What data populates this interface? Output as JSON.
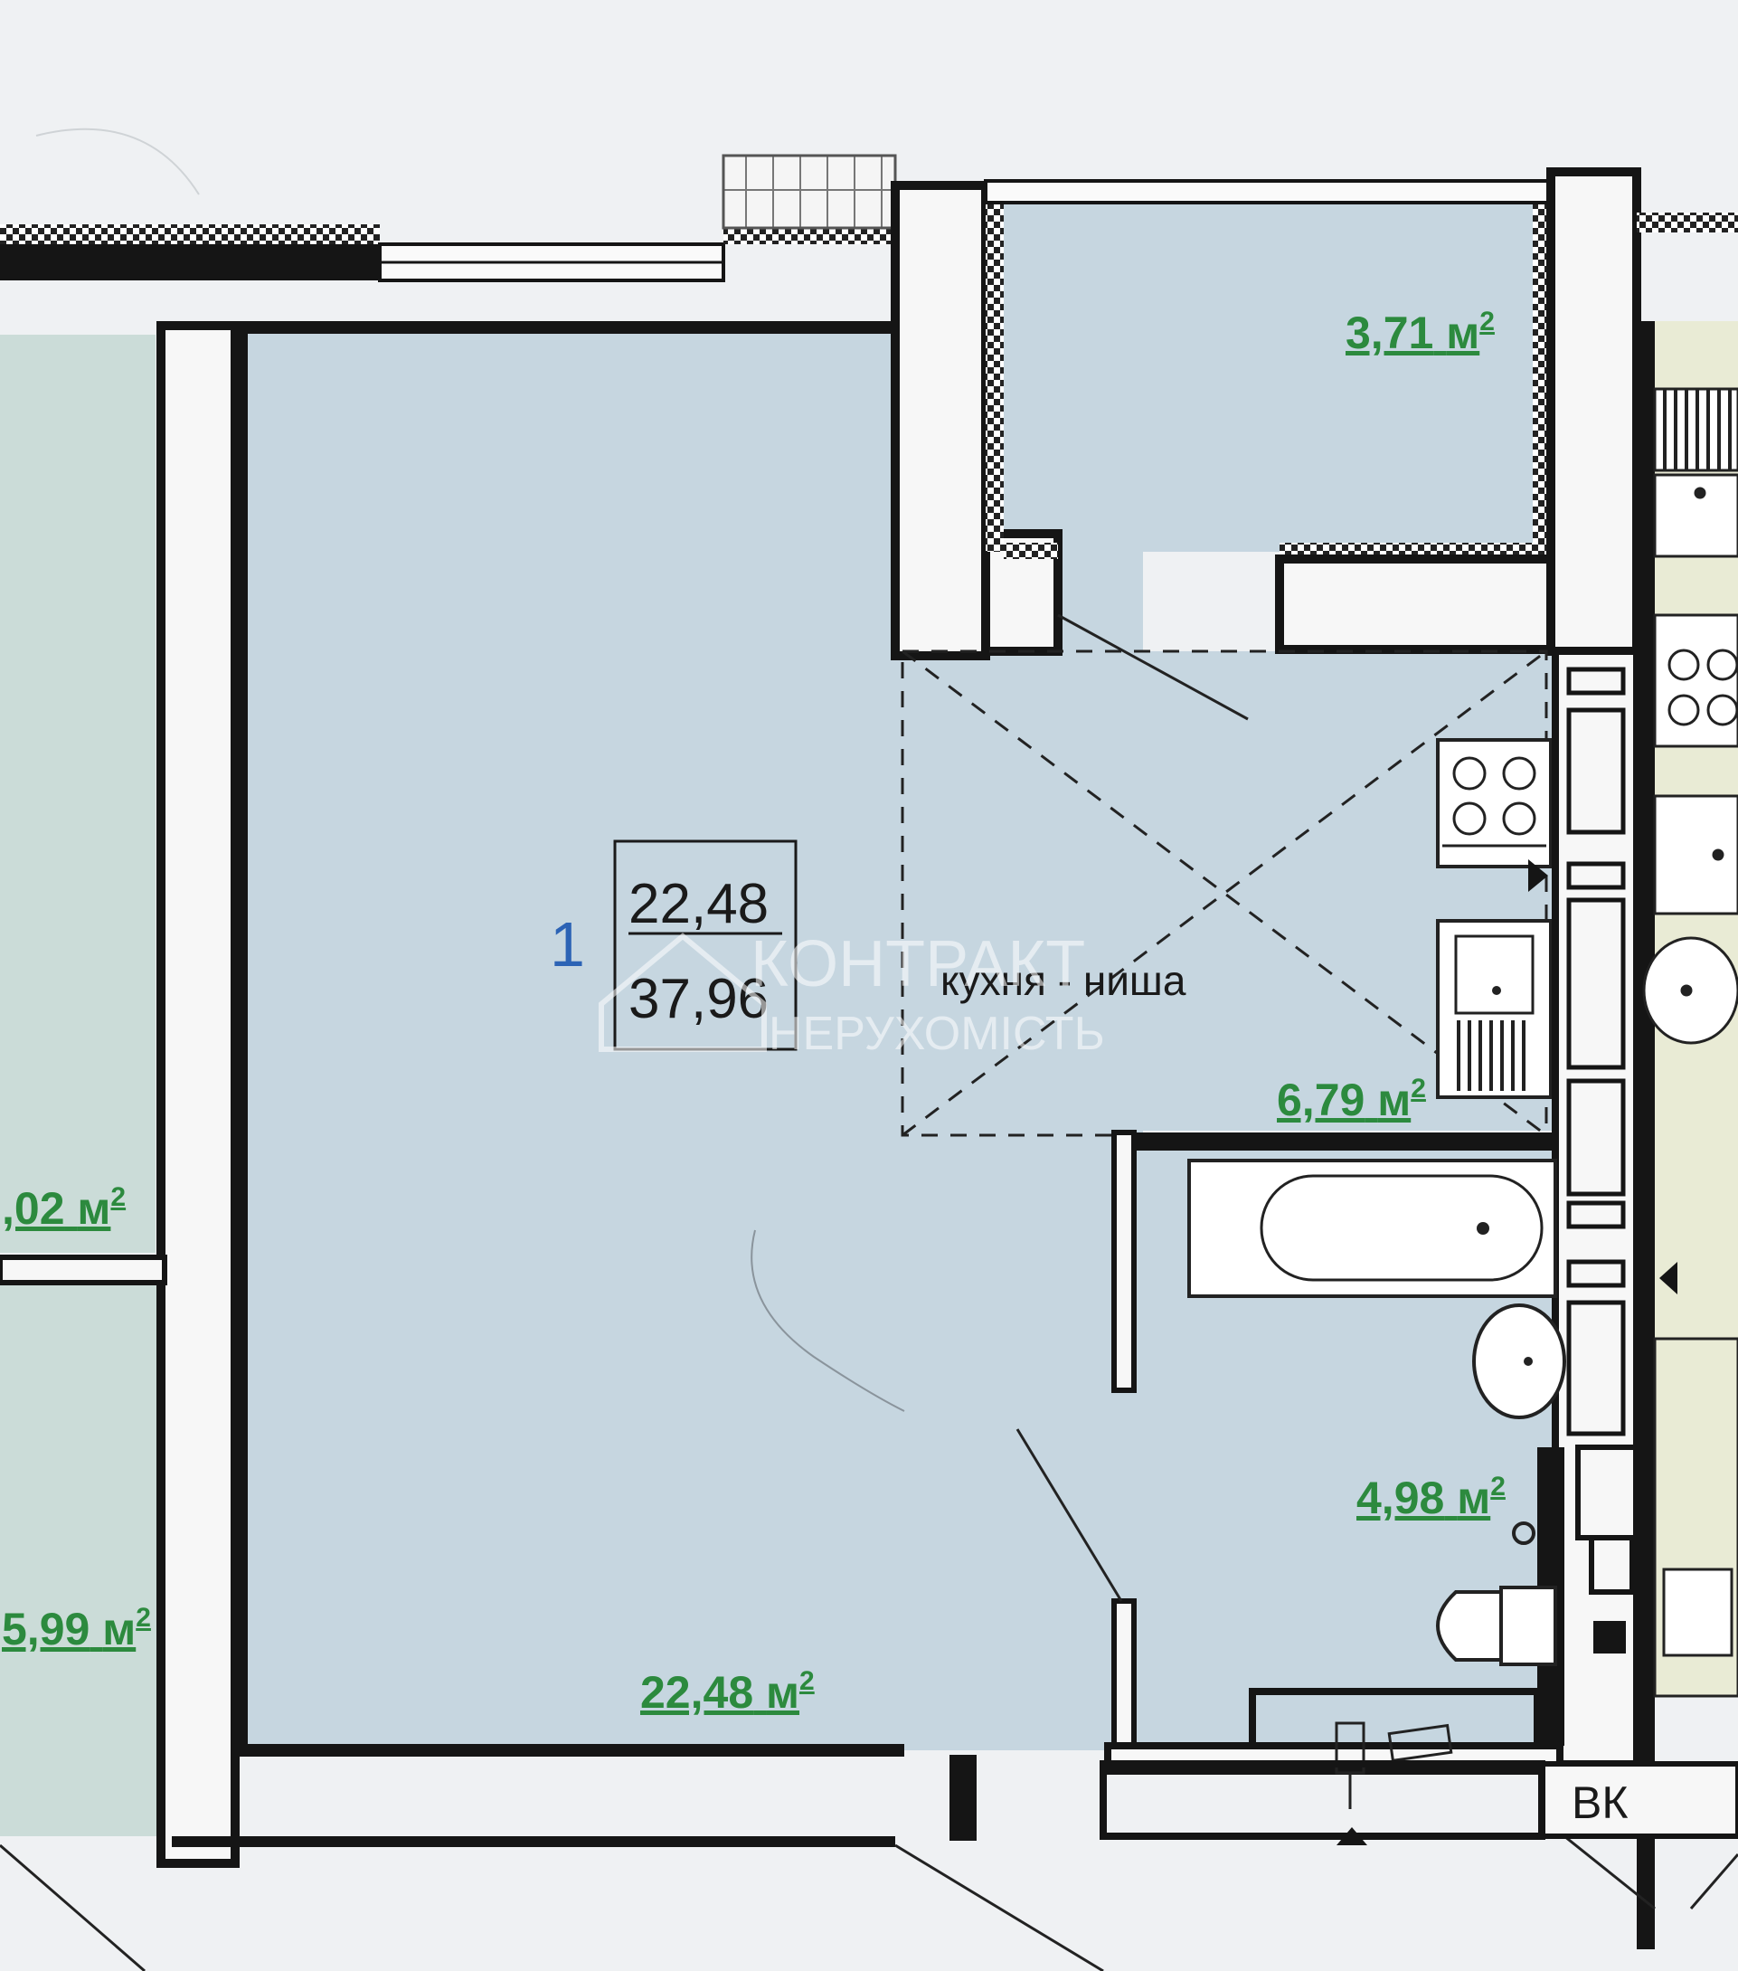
{
  "plan": {
    "apartment_number": "1",
    "living_area": "22,48",
    "total_area": "37,96",
    "kitchen_label": "кухня - ниша",
    "shaft_label": "ВК",
    "watermark": {
      "line1": "КОНТРАКТ",
      "line2": "НЕРУХОМІСТЬ"
    },
    "area_unit": "м",
    "area_exponent": "2",
    "rooms": {
      "living_room": "22,48",
      "balcony": "3,71",
      "kitchen_niche": "6,79",
      "bathroom": "4,98",
      "neighbor_upper": ",02",
      "neighbor_lower": "5,99"
    }
  },
  "colors": {
    "room_fill": "#c6d6e0",
    "neighbor_fill": "#cbdcd8",
    "wall": "#151515",
    "area_text": "#2c8a3e",
    "apartment_number": "#2c63b5"
  }
}
